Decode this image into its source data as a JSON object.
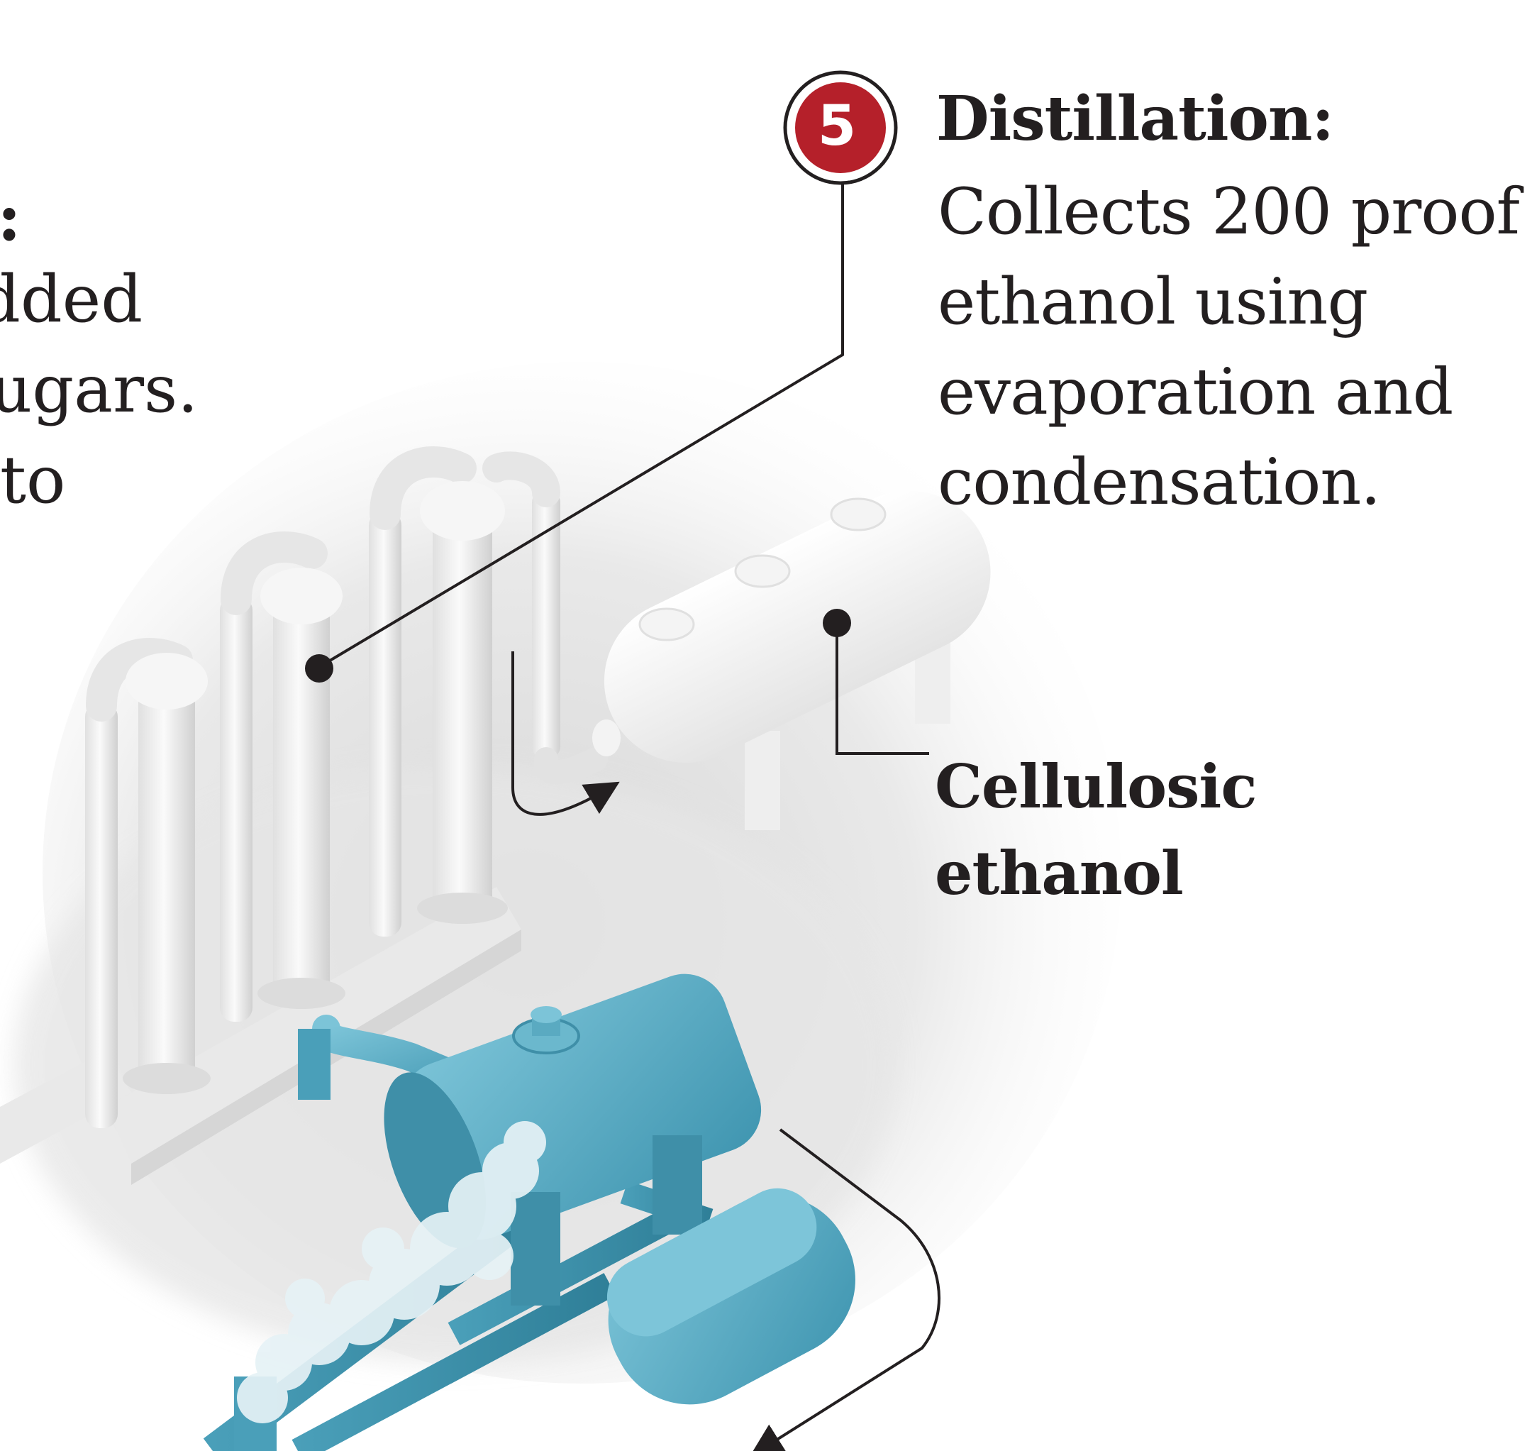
{
  "left_panel": {
    "title_fragment": ":",
    "lines": [
      "dded",
      "ugars.",
      " to"
    ]
  },
  "step": {
    "number": "5",
    "title": "Distillation:",
    "description_lines": [
      "Collects 200 proof",
      "ethanol using",
      "evaporation and",
      "condensation."
    ],
    "badge_color": "#b5202a"
  },
  "product": {
    "lines": [
      "Cellulosic",
      "ethanol"
    ]
  },
  "colors": {
    "equipment_white": "#f2f2f2",
    "equipment_teal": "#5fb1c9",
    "steam": "#e6f2f6",
    "leader_line": "#231f20"
  }
}
